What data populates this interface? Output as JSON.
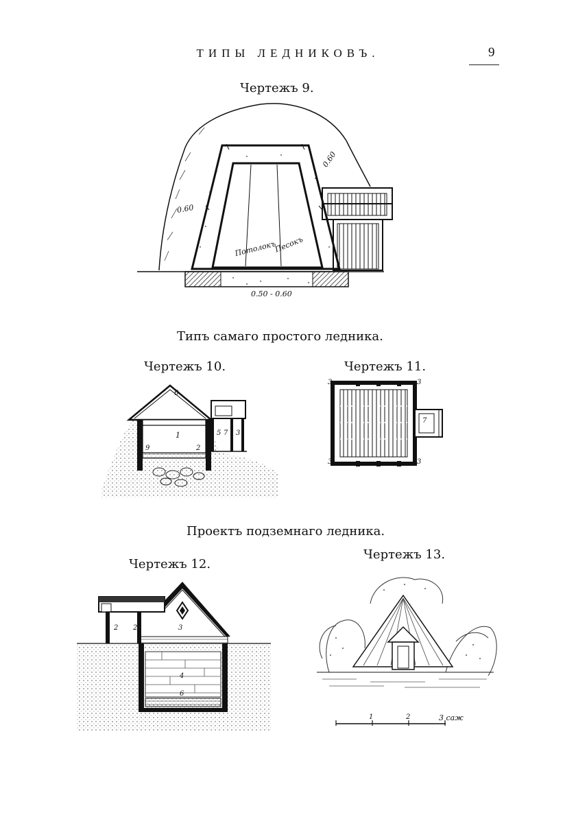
{
  "header": {
    "title": "ТИПЫ ЛЕДНИКОВЪ.",
    "page_number": "9"
  },
  "figures": [
    {
      "caption": "Чертежъ 9.",
      "labels": [
        "0.60",
        "0.60",
        "Потолокъ",
        "Песокъ",
        "0.50 - 0.60"
      ]
    },
    {
      "caption": "Чертежъ 10.",
      "labels": [
        "6",
        "1",
        "5",
        "7",
        "3",
        "9",
        "2"
      ]
    },
    {
      "caption": "Чертежъ 11.",
      "labels": [
        "3",
        "3",
        "3",
        "3",
        "7"
      ]
    },
    {
      "caption": "Чертежъ 12.",
      "labels": [
        "2",
        "2",
        "3",
        "4",
        "6"
      ]
    },
    {
      "caption": "Чертежъ 13.",
      "scale": [
        "1",
        "2",
        "3 саж"
      ]
    }
  ],
  "sections": [
    {
      "title": "Типъ самаго простого ледника."
    },
    {
      "title": "Проектъ подземнаго ледника."
    }
  ]
}
